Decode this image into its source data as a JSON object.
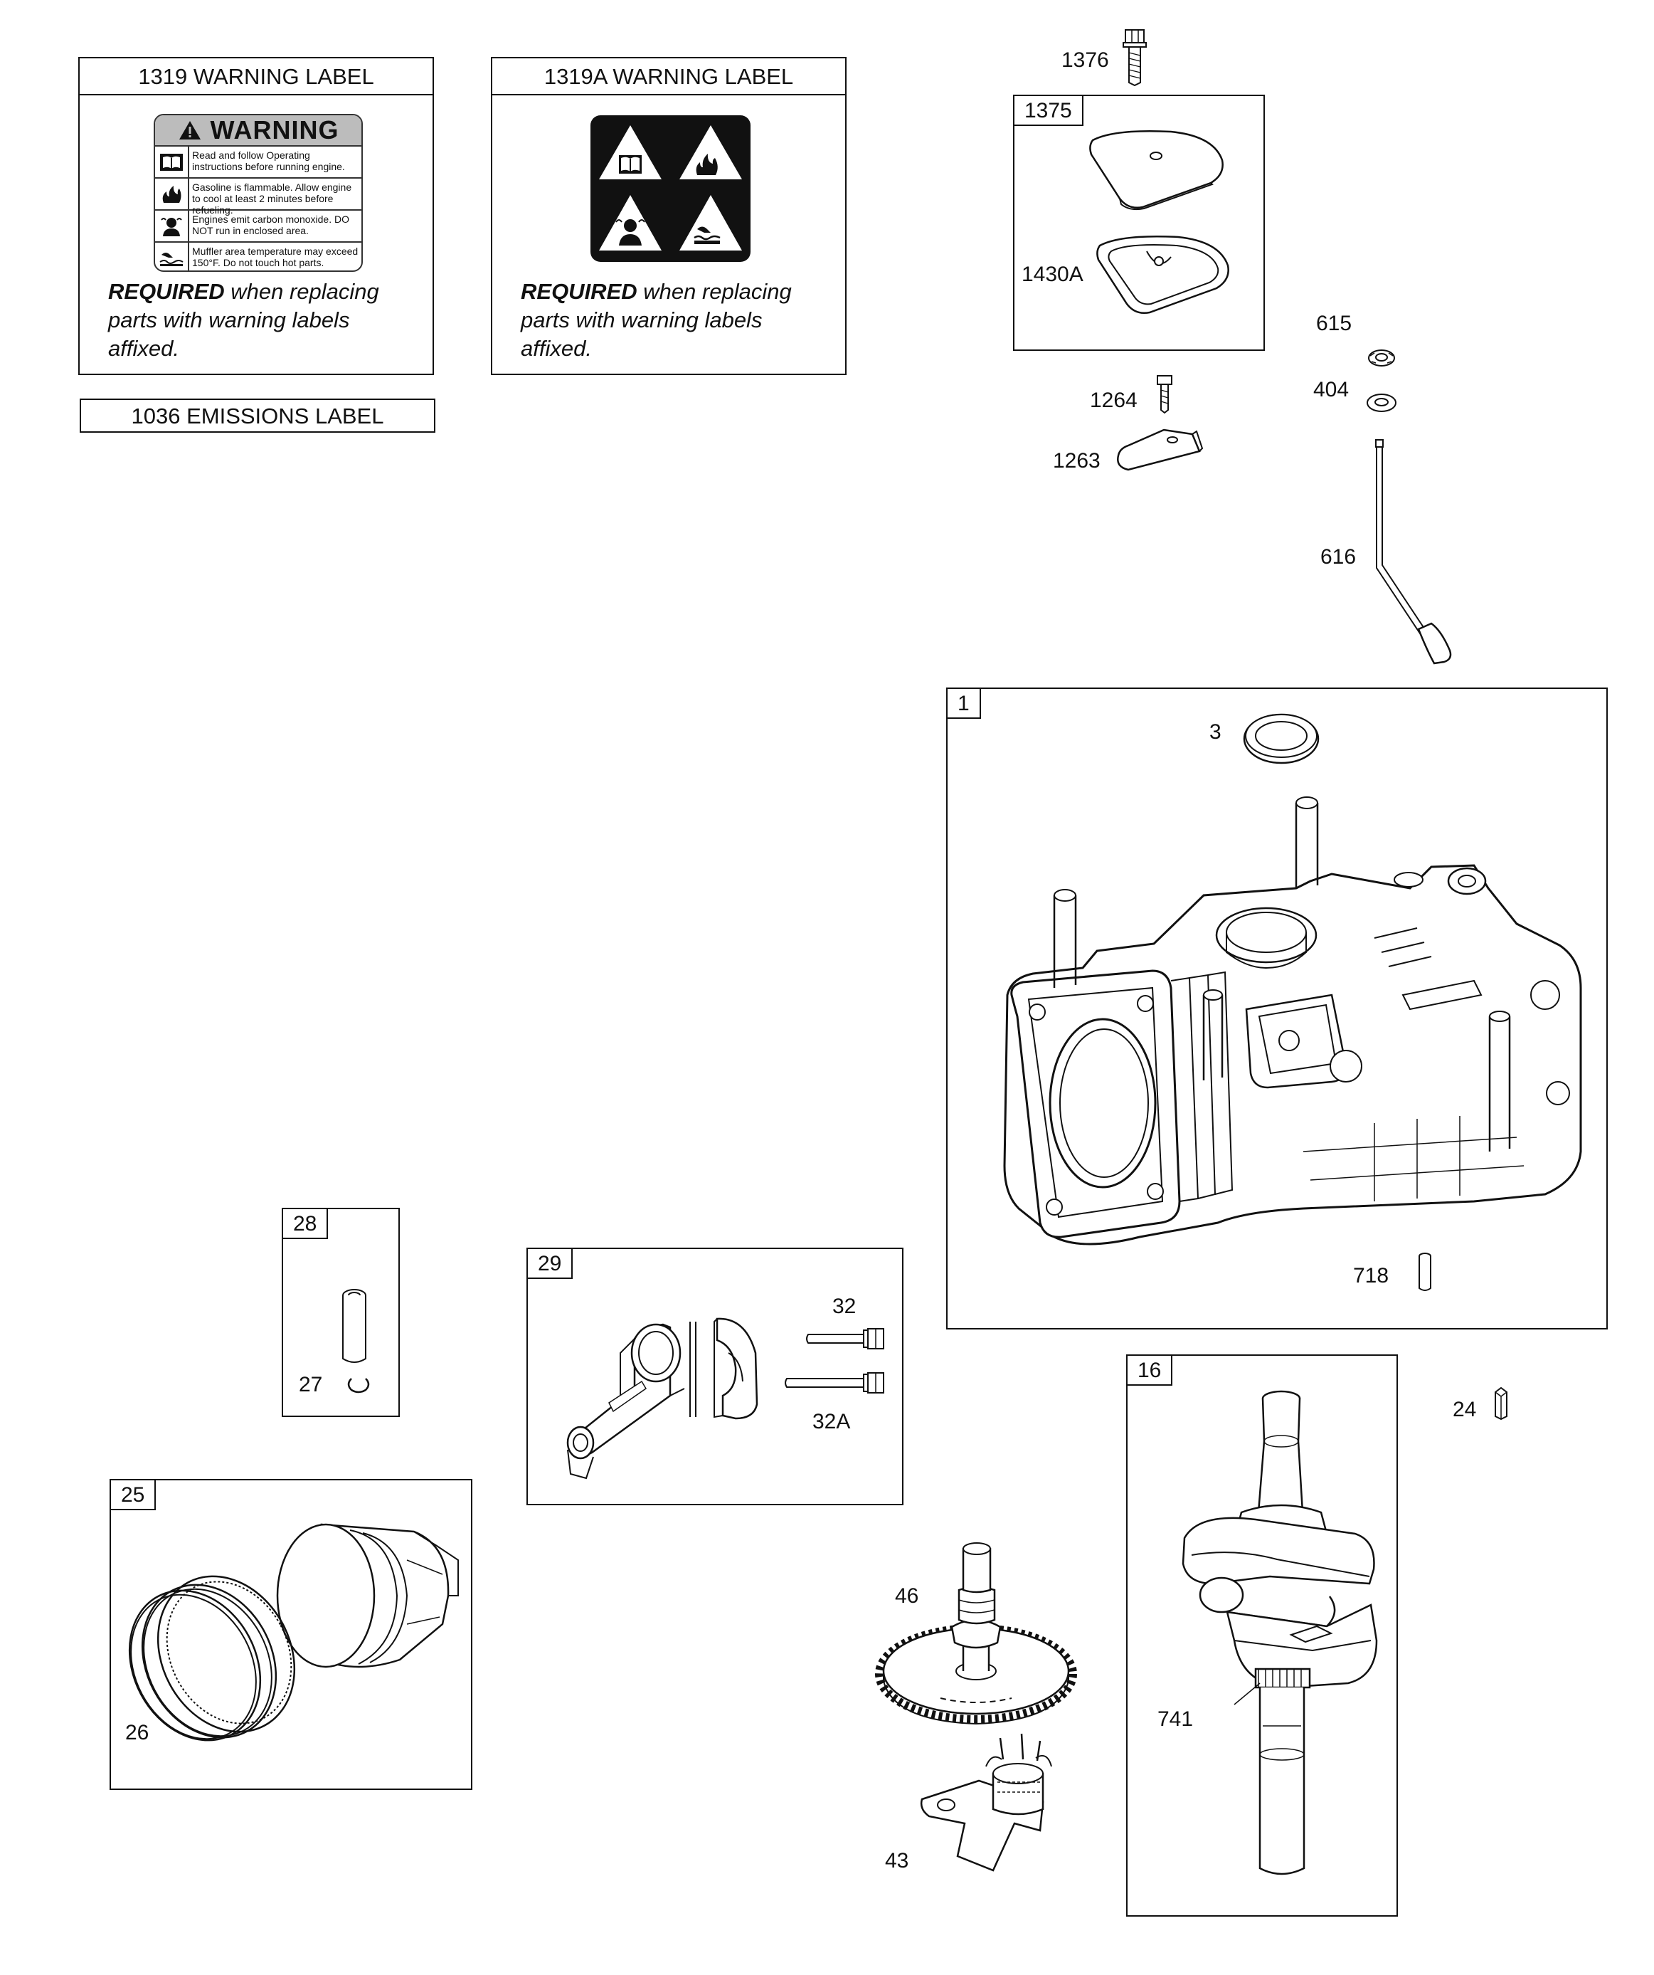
{
  "labels_section": {
    "warning_label": {
      "title": "1319 WARNING LABEL",
      "decal_header": "WARNING",
      "decal_lines": [
        "Read and follow Operating instructions before running engine.",
        "Gasoline is flammable. Allow engine to cool at least 2 minutes before refueling.",
        "Engines emit carbon monoxide. DO NOT run in enclosed area.",
        "Muffler area temperature may exceed 150°F. Do not touch hot parts."
      ],
      "note_strong": "REQUIRED",
      "note_rest": " when replacing parts with warning labels affixed."
    },
    "warning_label_a": {
      "title": "1319A WARNING LABEL",
      "note_strong": "REQUIRED",
      "note_rest": " when replacing parts with warning labels affixed."
    },
    "emissions_label": {
      "title": "1036 EMISSIONS LABEL"
    }
  },
  "callouts": {
    "p1376": "1376",
    "p1375": "1375",
    "p1430a": "1430A",
    "p615": "615",
    "p404": "404",
    "p1264": "1264",
    "p1263": "1263",
    "p616": "616",
    "p1": "1",
    "p3": "3",
    "p718": "718",
    "p28": "28",
    "p27": "27",
    "p29": "29",
    "p32": "32",
    "p32a": "32A",
    "p25": "25",
    "p26": "26",
    "p16": "16",
    "p741": "741",
    "p24": "24",
    "p46": "46",
    "p43": "43"
  },
  "icons": {
    "manual": "manual-icon",
    "fire": "fire-icon",
    "exhaust": "exhaust-gas-icon",
    "hot": "hot-surface-icon"
  }
}
